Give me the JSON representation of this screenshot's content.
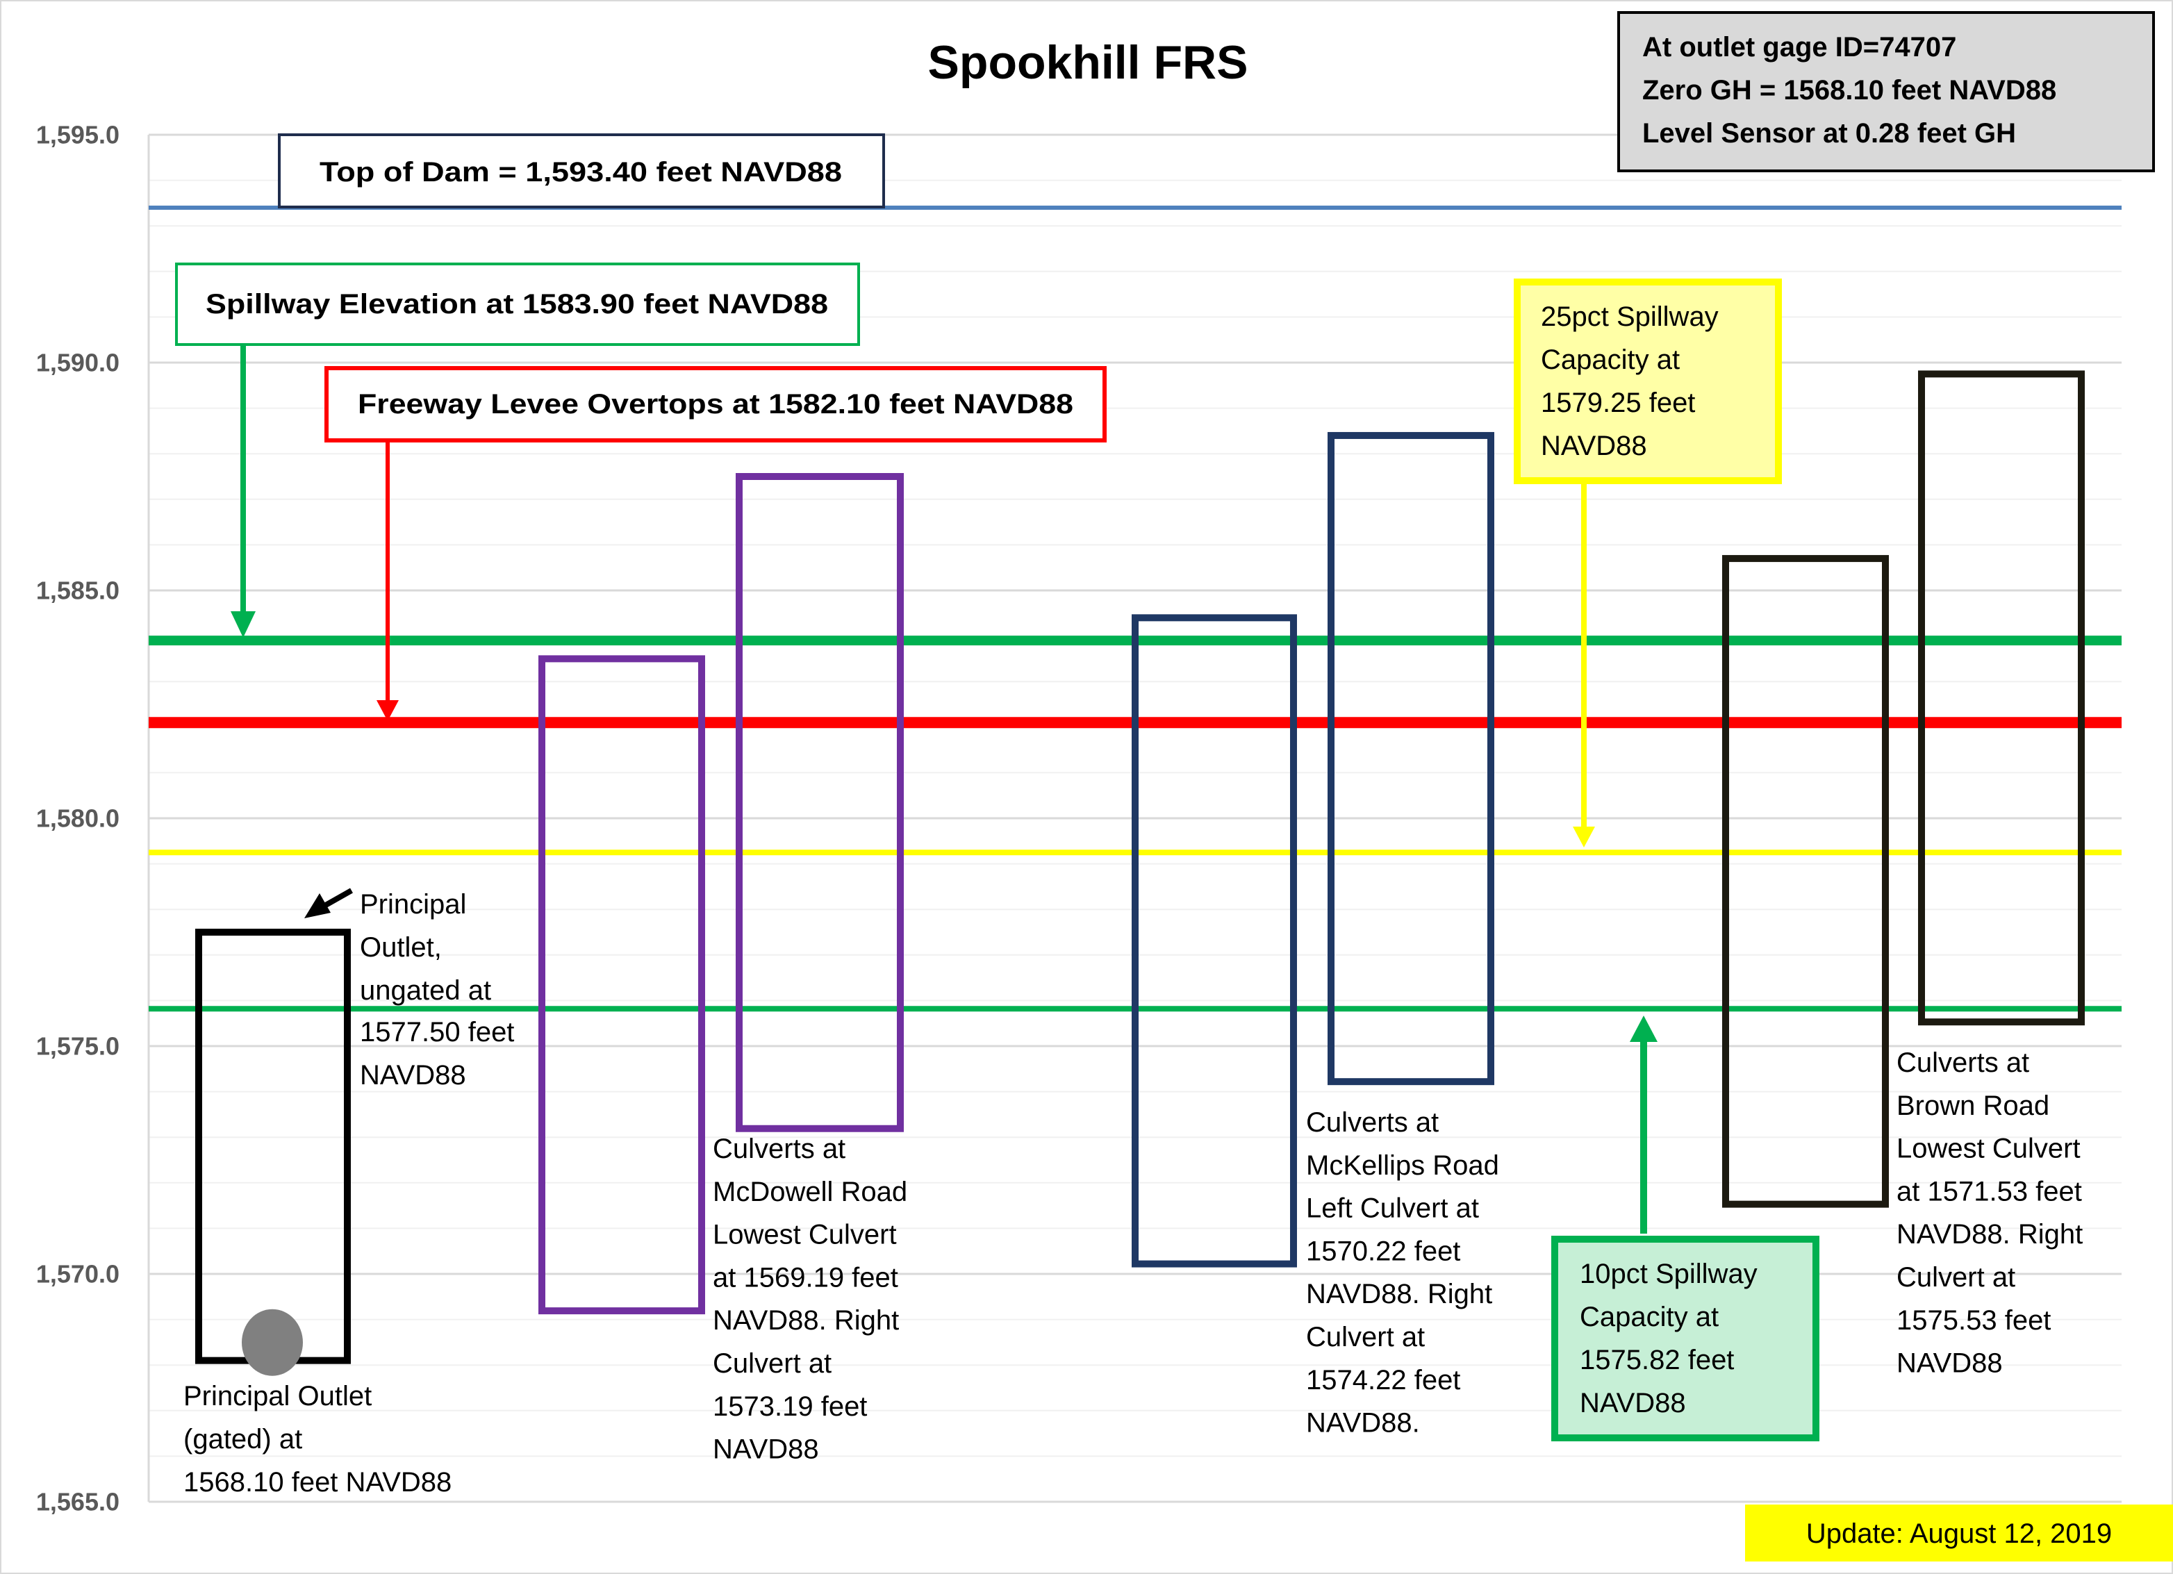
{
  "chart_data": {
    "type": "bar",
    "subtype": "floating-range",
    "title": "Spookhill FRS",
    "xlabel": "",
    "ylabel": "",
    "ylim": [
      1565,
      1595
    ],
    "grid": true,
    "y_ticks": [
      {
        "value": 1595,
        "label": "1,595.0"
      },
      {
        "value": 1590,
        "label": "1,590.0"
      },
      {
        "value": 1585,
        "label": "1,585.0"
      },
      {
        "value": 1580,
        "label": "1,580.0"
      },
      {
        "value": 1575,
        "label": "1,575.0"
      },
      {
        "value": 1570,
        "label": "1,570.0"
      },
      {
        "value": 1565,
        "label": "1,565.0"
      }
    ],
    "reference_lines": [
      {
        "name": "top-of-dam",
        "value": 1593.4,
        "color": "#4f81bd"
      },
      {
        "name": "spillway-elevation",
        "value": 1583.9,
        "color": "#00b050"
      },
      {
        "name": "freeway-levee-overtops",
        "value": 1582.1,
        "color": "#ff0000"
      },
      {
        "name": "25pct-spillway-capacity",
        "value": 1579.25,
        "color": "#ffff00"
      },
      {
        "name": "10pct-spillway-capacity",
        "value": 1575.82,
        "color": "#00b050"
      }
    ],
    "structures": [
      {
        "name": "principal-outlet",
        "bottom": 1568.1,
        "top": 1577.5,
        "color": "#000000"
      },
      {
        "name": "mcdowell-left-culvert",
        "bottom": 1569.19,
        "top": 1583.5,
        "color": "#7030a0"
      },
      {
        "name": "mcdowell-right-culvert",
        "bottom": 1573.19,
        "top": 1587.5,
        "color": "#7030a0"
      },
      {
        "name": "mckellips-left-culvert",
        "bottom": 1570.22,
        "top": 1584.4,
        "color": "#1f3864"
      },
      {
        "name": "mckellips-right-culvert",
        "bottom": 1574.22,
        "top": 1588.4,
        "color": "#1f3864"
      },
      {
        "name": "brown-lowest-culvert",
        "bottom": 1571.53,
        "top": 1585.7,
        "color": "#1c1a10"
      },
      {
        "name": "brown-right-culvert",
        "bottom": 1575.53,
        "top": 1589.75,
        "color": "#1c1a10"
      }
    ],
    "gated_outlet_marker": {
      "value": 1568.8,
      "color": "#808080"
    }
  },
  "annotations": {
    "top_of_dam": "Top of Dam = 1,593.40 feet NAVD88",
    "spillway": "Spillway Elevation at 1583.90 feet NAVD88",
    "freeway": "Freeway Levee Overtops at 1582.10 feet NAVD88",
    "pct25": [
      "25pct Spillway",
      "Capacity at",
      "1579.25 feet",
      "NAVD88"
    ],
    "pct10": [
      "10pct Spillway",
      "Capacity at",
      "1575.82 feet",
      "NAVD88"
    ],
    "principal_ungated": [
      "Principal",
      "Outlet,",
      "ungated at",
      "1577.50 feet",
      "NAVD88"
    ],
    "principal_gated": [
      "Principal Outlet",
      "(gated) at",
      "1568.10 feet NAVD88"
    ],
    "mcdowell": [
      "Culverts at",
      "McDowell Road",
      "Lowest Culvert",
      "at 1569.19 feet",
      "NAVD88. Right",
      "Culvert at",
      "1573.19 feet",
      "NAVD88"
    ],
    "mckellips": [
      "Culverts at",
      "McKellips Road",
      "Left Culvert at",
      "1570.22 feet",
      "NAVD88. Right",
      "Culvert at",
      "1574.22 feet",
      "NAVD88."
    ],
    "brown": [
      "Culverts at",
      "Brown Road",
      "Lowest Culvert",
      "at 1571.53 feet",
      "NAVD88. Right",
      "Culvert at",
      "1575.53 feet",
      "NAVD88"
    ]
  },
  "gage_info": [
    "At outlet gage ID=74707",
    "Zero GH = 1568.10 feet NAVD88",
    "Level Sensor at 0.28 feet GH"
  ],
  "update": "Update: August 12, 2019"
}
